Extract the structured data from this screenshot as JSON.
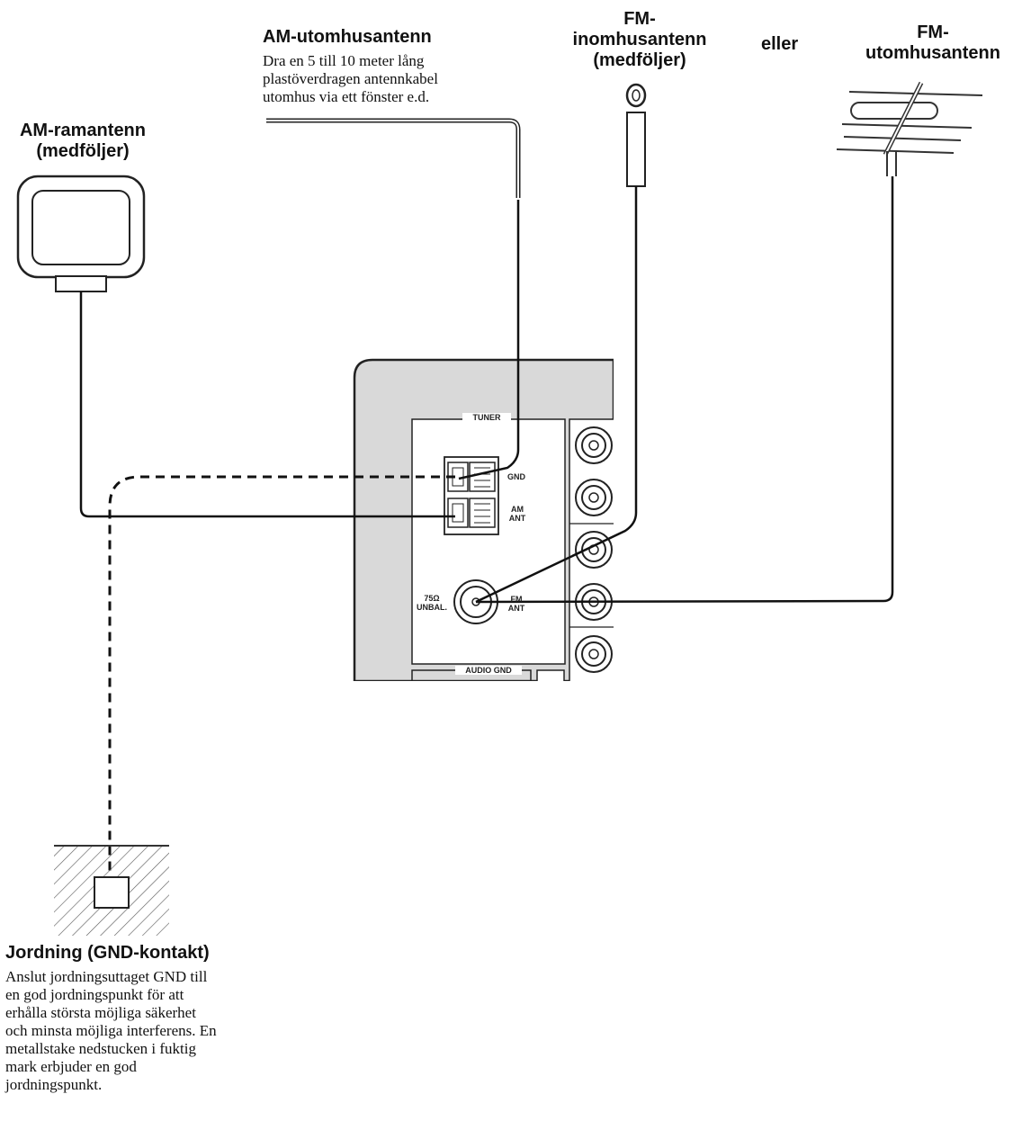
{
  "labels": {
    "am_outdoor": {
      "title": "AM-utomhusantenn",
      "lines": [
        "Dra en 5 till 10 meter lång",
        "plastöverdragen antennkabel",
        "utomhus via ett fönster e.d."
      ]
    },
    "am_loop": {
      "lines": [
        "AM-ramantenn",
        "(medföljer)"
      ]
    },
    "fm_indoor": {
      "lines": [
        "FM-",
        "inomhusantenn",
        "(medföljer)"
      ]
    },
    "or": "eller",
    "fm_outdoor": {
      "lines": [
        "FM-",
        "utomhusantenn"
      ]
    },
    "ground": {
      "title": "Jordning (GND-kontakt)",
      "lines": [
        "Anslut jordningsuttaget GND till",
        "en god jordningspunkt för att",
        "erhålla största möjliga säkerhet",
        "och minsta möjliga interferens. En",
        "metallstake nedstucken i fuktig",
        "mark erbjuder en god",
        "jordningspunkt."
      ]
    }
  },
  "panel": {
    "tuner": "TUNER",
    "gnd": "GND",
    "am_ant": [
      "AM",
      "ANT"
    ],
    "impedance": [
      "75Ω",
      "UNBAL."
    ],
    "fm_ant": [
      "FM",
      "ANT"
    ],
    "audio_gnd": "AUDIO GND"
  }
}
